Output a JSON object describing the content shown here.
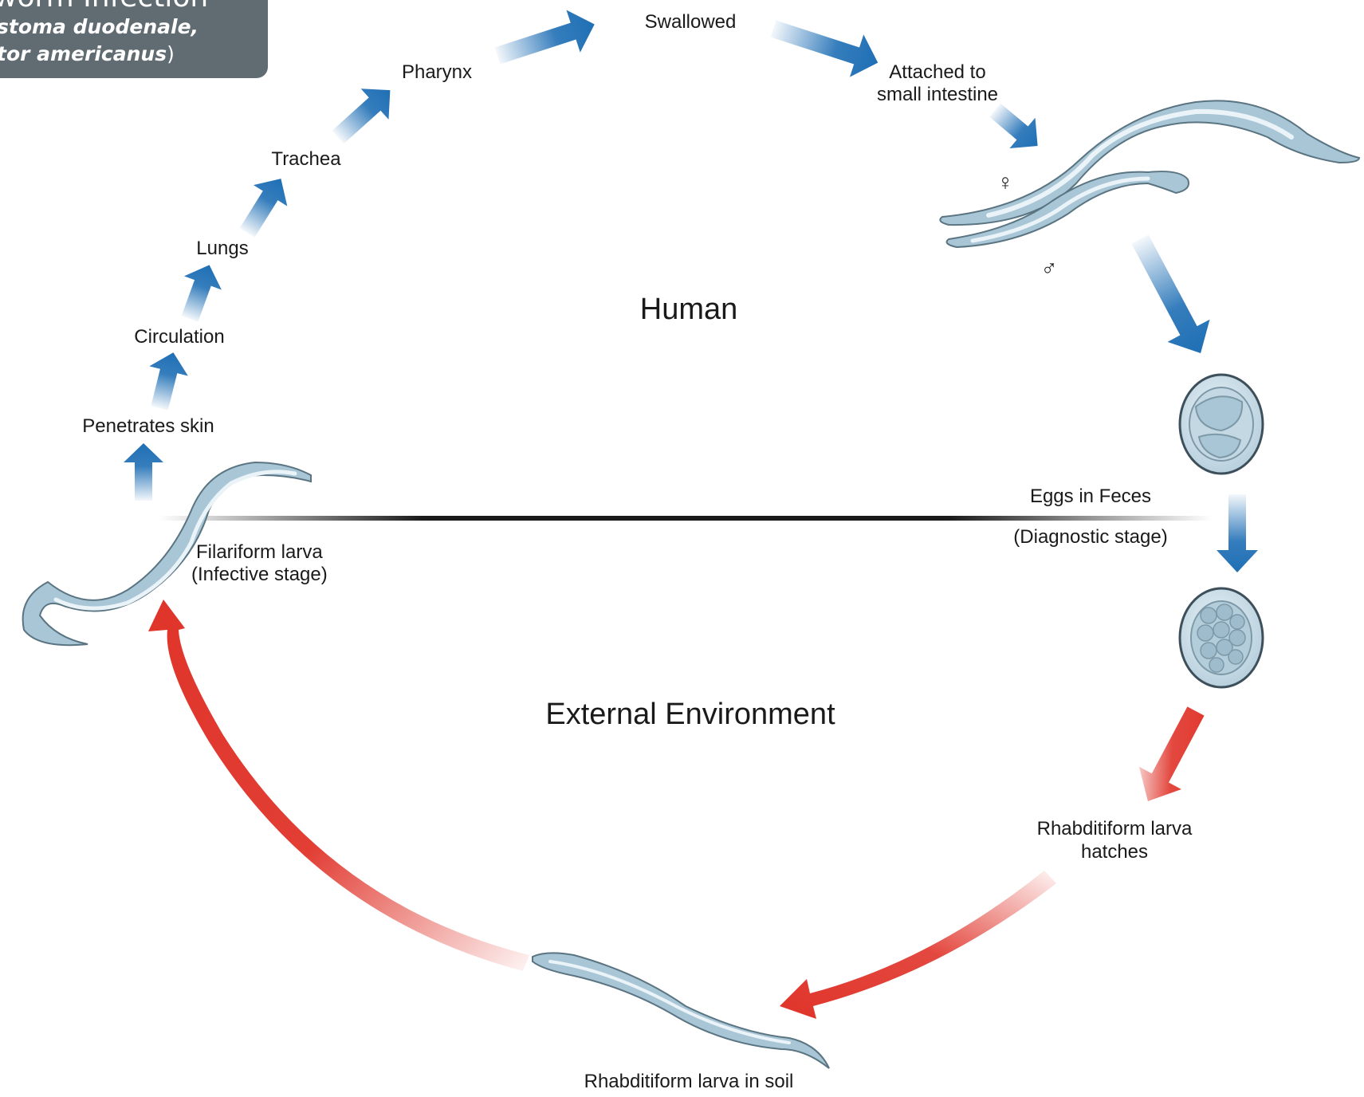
{
  "title_box": {
    "line1": "worm Infection",
    "line2": "stoma duodenale,",
    "line3": "tor americanus",
    "line3_suffix": ")"
  },
  "regions": {
    "human": "Human",
    "external": "External Environment"
  },
  "stages": {
    "swallowed": "Swallowed",
    "attached_line1": "Attached to",
    "attached_line2": "small intestine",
    "pharynx": "Pharynx",
    "trachea": "Trachea",
    "lungs": "Lungs",
    "circulation": "Circulation",
    "penetrates": "Penetrates skin",
    "filariform_line1": "Filariform larva",
    "filariform_line2": "(Infective stage)",
    "eggs_line1": "Eggs in Feces",
    "eggs_line2": "(Diagnostic stage)",
    "rhab_hatch_line1": "Rhabditiform larva",
    "rhab_hatch_line2": "hatches",
    "rhab_soil": "Rhabditiform larva in soil"
  },
  "symbols": {
    "female": "♀",
    "male": "♂"
  },
  "colors": {
    "human_arrow": "#1f6fb5",
    "environment_arrow": "#e0342a",
    "worm_body": "#a9c6d6",
    "worm_outline": "#5a7482",
    "title_box": "#606b72",
    "divider": "#1a1a1a"
  }
}
